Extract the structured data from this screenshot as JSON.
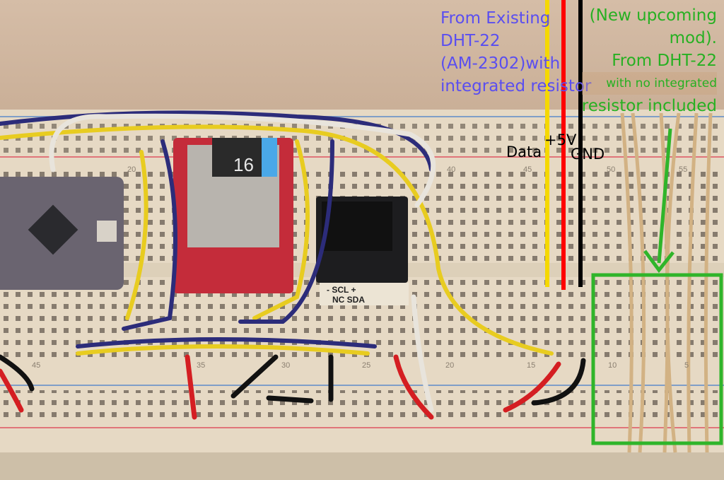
{
  "annotations": {
    "existing_sensor": [
      "From Existing",
      "DHT-22",
      "(AM-2302)with",
      "integrated resistor"
    ],
    "new_sensor": [
      "(New upcoming",
      "mod).",
      "From DHT-22",
      "with no integrated",
      "resistor included"
    ],
    "wire_labels": {
      "data": "Data",
      "power": "+5V",
      "ground": "GND"
    }
  },
  "module_label": {
    "line1": "-  SCL  +",
    "line2": "NC  SDA"
  },
  "sd_card_text": "16",
  "breadboard_numbers": {
    "top": [
      "20",
      "40",
      "45",
      "50",
      "55"
    ],
    "bottom": [
      "45",
      "35",
      "30",
      "25",
      "20",
      "15",
      "10",
      "5"
    ]
  },
  "colors": {
    "annotation_blue": "#5a4ef0",
    "annotation_green": "#27b022",
    "highlight_box": "#2fb52a",
    "data_wire": "#f5d800",
    "power_wire": "#ff0000",
    "ground_wire": "#000000"
  }
}
